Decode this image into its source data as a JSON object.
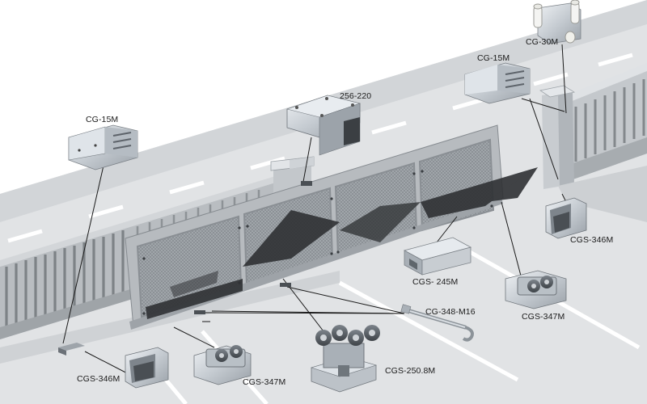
{
  "labels": {
    "cg15_left": "CG-15M",
    "cg15_right": "CG-15M",
    "cg30": "CG-30M",
    "plate_256": "256-220",
    "cgs346_right": "CGS-346M",
    "cgs346_left": "CGS-346M",
    "cgs245": "CGS- 245M",
    "cg348": "CG-348-M16",
    "cgs347_right": "CGS-347M",
    "cgs347_left": "CGS-347M",
    "cgs250": "CGS-250.8M"
  },
  "colors": {
    "road": "#d9dbdd",
    "road_edge": "#c4c6c8",
    "lane_marking": "#ffffff",
    "fence": "#a9adb1",
    "gate_frame": "#b8bcc0",
    "mesh": "#8e9398",
    "shadow": "#2e3033",
    "metal": "#c9ced4",
    "leader_line": "#1a1a1a"
  }
}
